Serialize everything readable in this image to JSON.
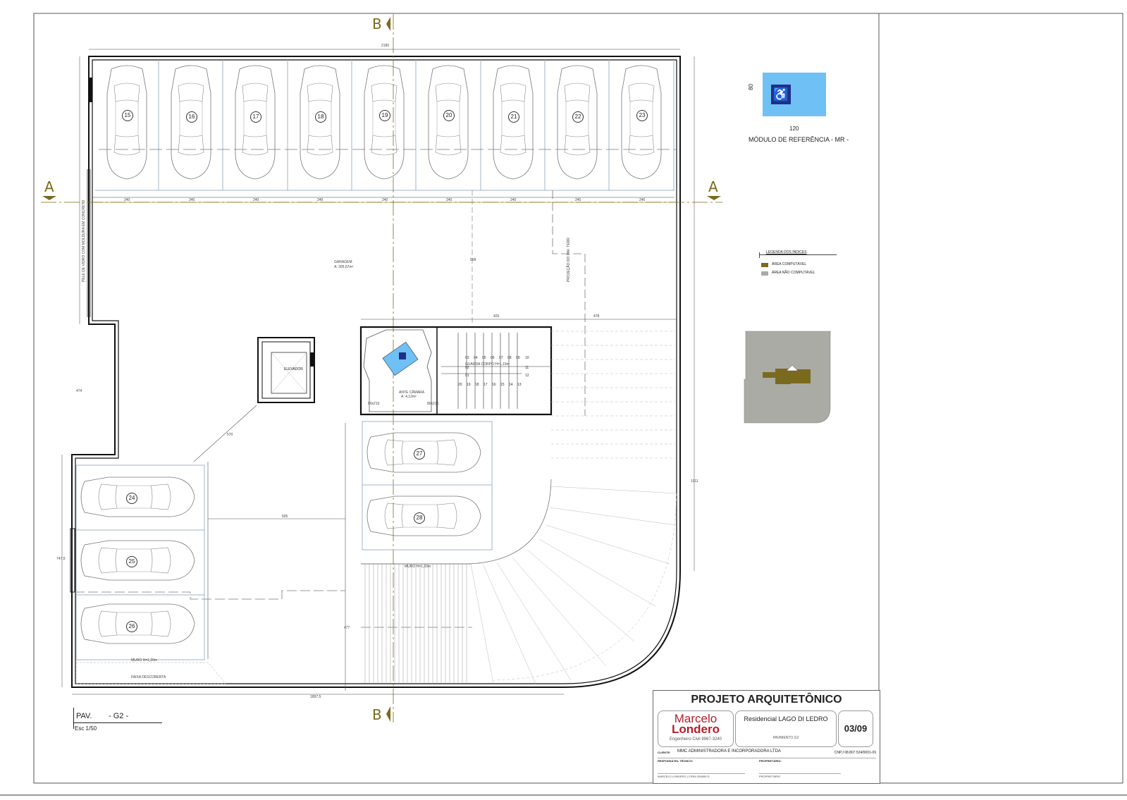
{
  "section_markers": {
    "a": "A",
    "b": "B"
  },
  "reference_module": {
    "title": "MÓDULO DE REFERÊNCIA - MR -",
    "width": "120",
    "height": "80"
  },
  "legend": {
    "title": "LEGENDA DOS INDICES",
    "items": [
      {
        "label": "ÁREA COMPUTÁVEL",
        "color": "#7a6a1e"
      },
      {
        "label": "ÁREA NÃO COMPUTÁVEL",
        "color": "#a9aba4"
      }
    ]
  },
  "rooms": {
    "garage": "GARAGEM",
    "garage_area": "A: 305,67m²",
    "elevator": "ELEVADOR",
    "antechamber": "ANTE CÂMARA",
    "antechamber_area": "A: 4,12m²",
    "stair_flight": "GUARDA CORPO H=1,10m",
    "ramp_projection": "PROJEÇÃO DO PAV. TÉRR",
    "door_1": "80x210",
    "door_2": "80x210",
    "wall_note_1": "MURO H=1,20m",
    "wall_note_2": "MURO H=1,20m",
    "free_strip": "FAIXA DESCOBERTA",
    "window_note": "PELE DE VIDRO COM MOLDURA EM CONCRETO"
  },
  "parking_spots": [
    "15",
    "16",
    "17",
    "18",
    "19",
    "20",
    "21",
    "22",
    "23",
    "24",
    "25",
    "26",
    "27",
    "28"
  ],
  "stair_steps": [
    "01",
    "02",
    "03",
    "04",
    "05",
    "06",
    "07",
    "08",
    "09",
    "10",
    "11",
    "12",
    "13",
    "14",
    "15",
    "16",
    "17",
    "18",
    "19",
    "20"
  ],
  "dimensions": {
    "top_total": "2180",
    "bottom_total": "1897,5",
    "bay": "240",
    "vertical_a": "474",
    "vertical_b": "747,5",
    "vertical_c": "1011",
    "aisle_1": "558",
    "aisle_2": "605",
    "aisle_3": "425",
    "aisle_4": "478",
    "aisle_5": "477",
    "aisle_6": "570"
  },
  "pavement": {
    "prefix": "PAV.",
    "name": "- G2 -",
    "scale": "Esc 1/50"
  },
  "title_block": {
    "title": "PROJETO ARQUITETÔNICO",
    "logo_line1": "Marcelo",
    "logo_line2": "Londero",
    "logo_line3": "Engenheiro Civil   9967-3240",
    "project_name": "Residencial LAGO DI LEDRO",
    "project_sub": "PAVIMENTO G2",
    "sheet": "03/09",
    "client_label": "CLIENTE:",
    "client": "MMC ADMINISTRADORA E INCORPORADORA LTDA",
    "cnpj": "CNPJ 08.807.524/0001-09",
    "tech_label": "RESPONSÁVEL TÉCNICO:",
    "tech_value": "MARCELO LONDERO  |  CREA 334890-D",
    "owner_label": "PROPRIETÁRIO:",
    "owner_value": "PROPRIETÁRIO"
  },
  "colors": {
    "accent": "#7a6a1e",
    "blue_module": "#6ec0f5",
    "accessibility_icon": "#1f2f86",
    "non_computable": "#a9aba4",
    "logo_red": "#b3202b"
  }
}
